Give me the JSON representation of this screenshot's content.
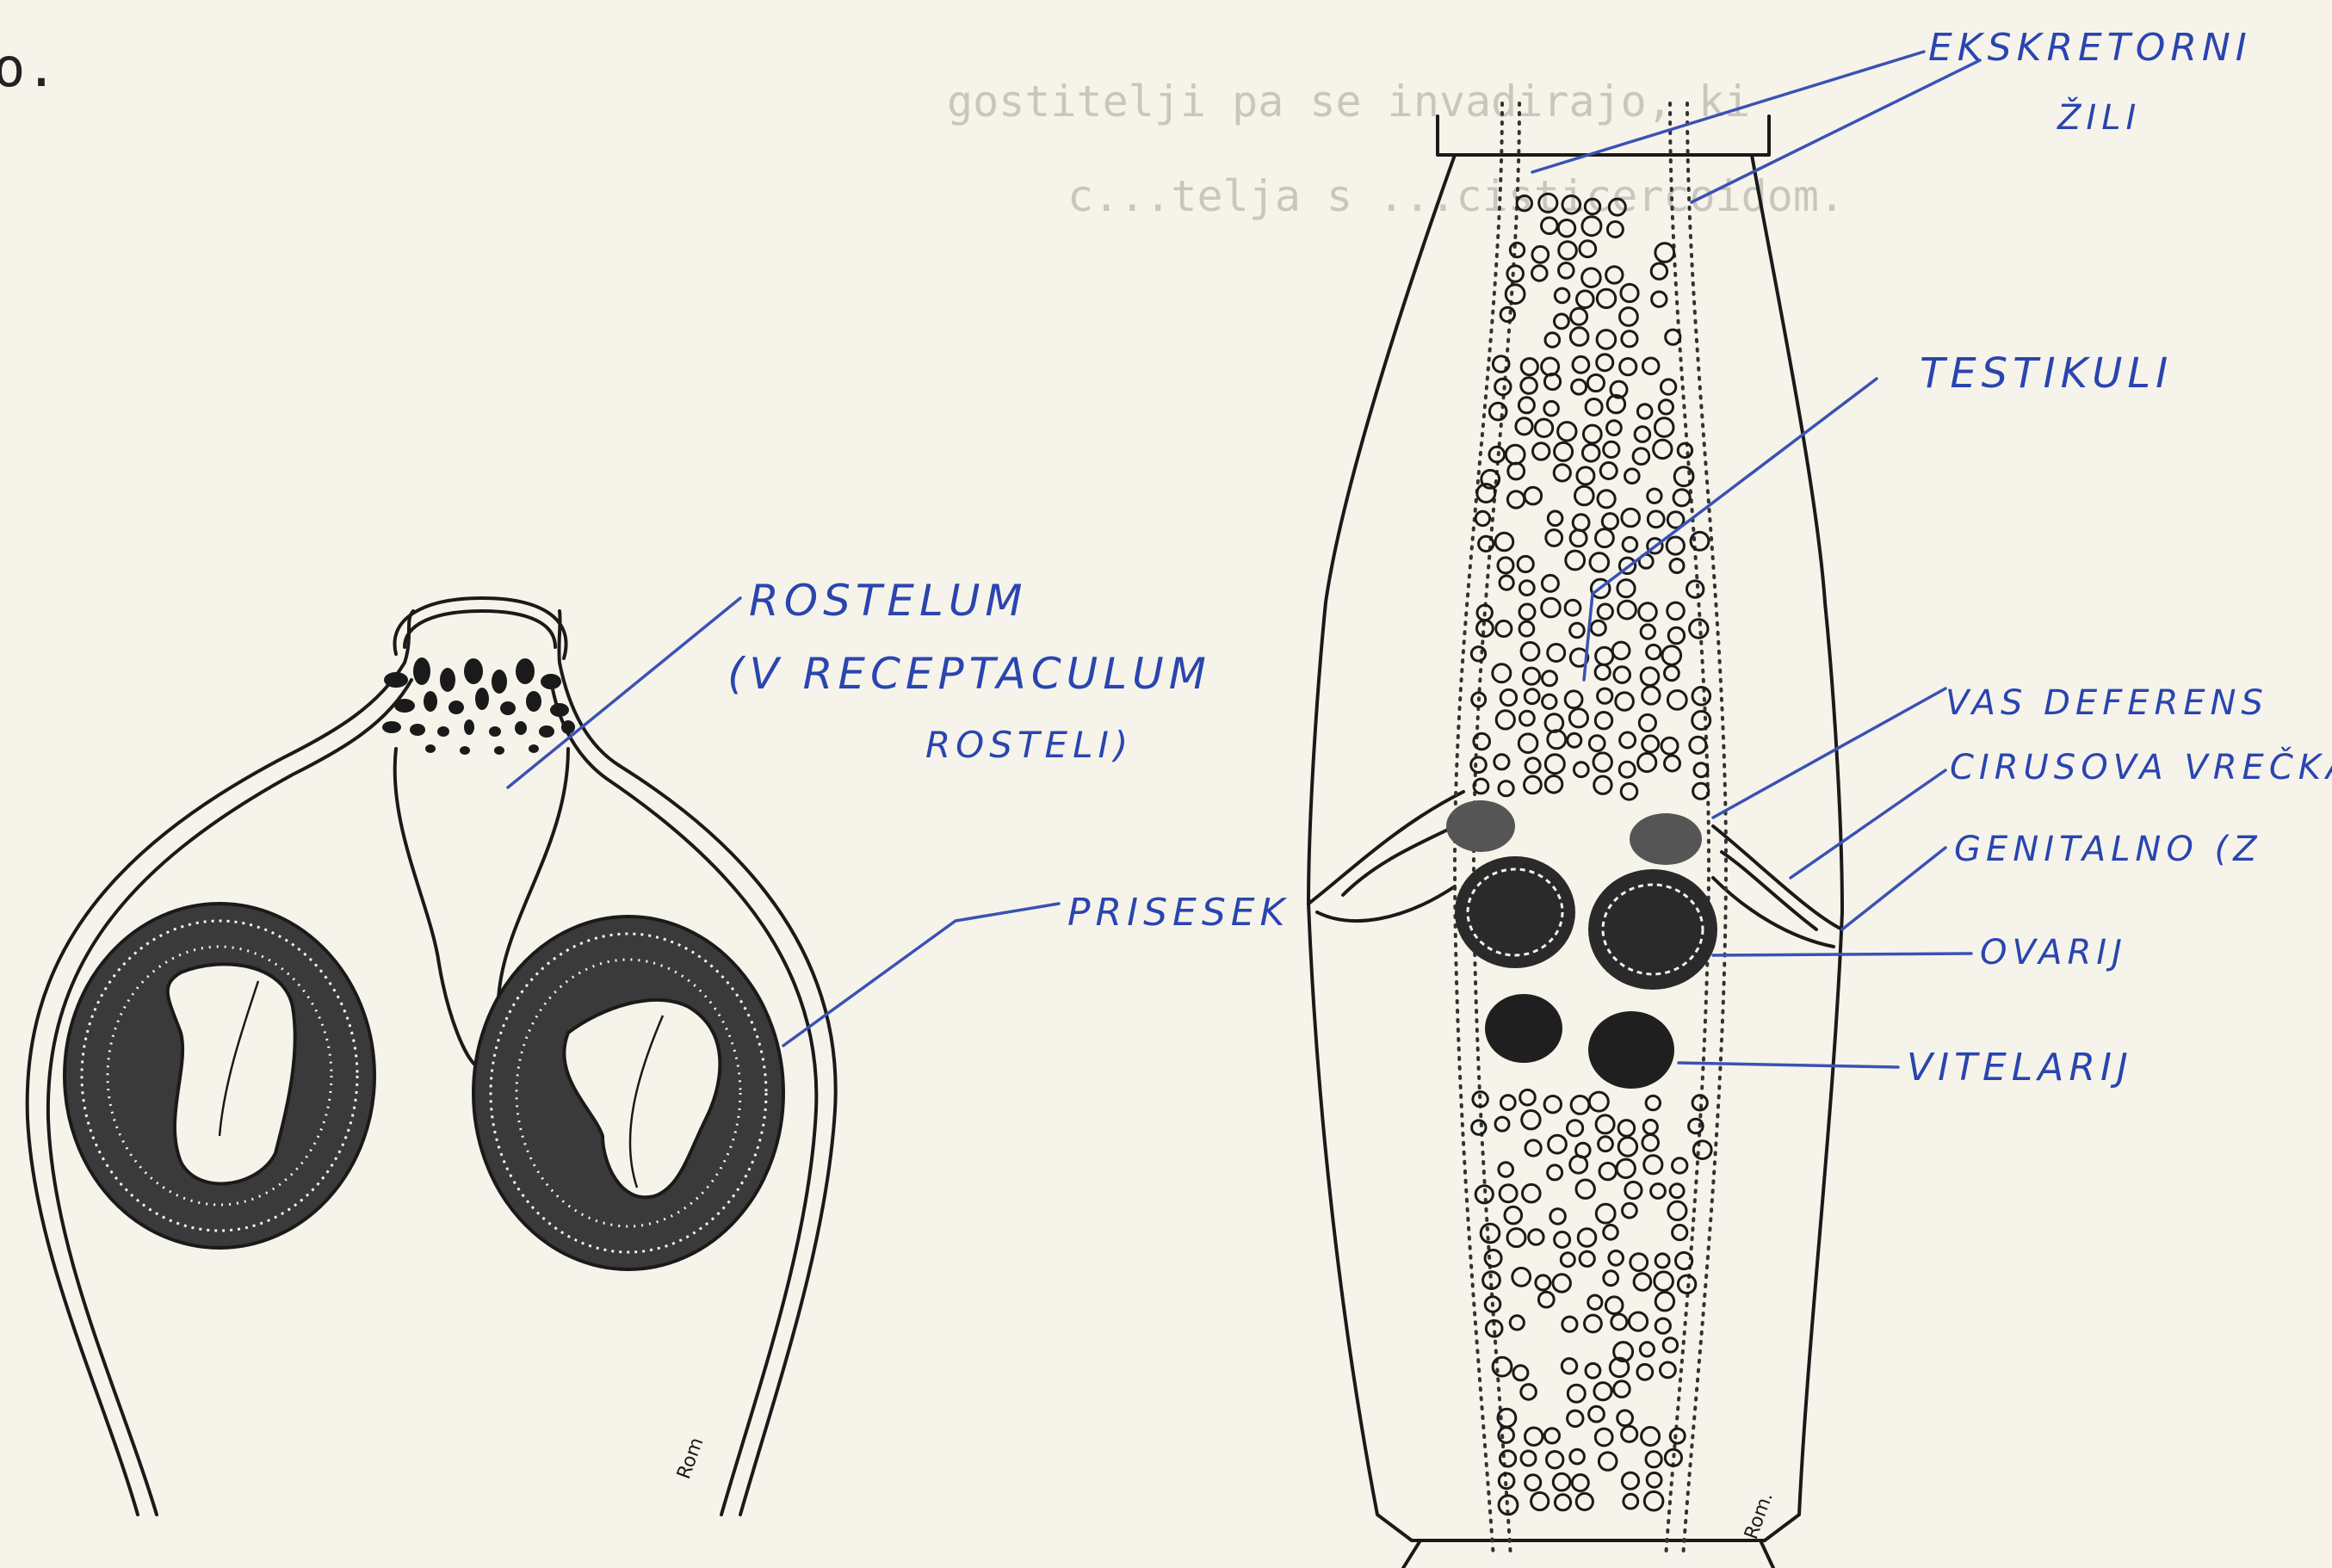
{
  "typed_text": {
    "fragment_left": "o.",
    "ghost_line_1": "gostitelji pa se invadirajo, ki ",
    "ghost_line_2": "c...telja s ...cisticercoidom."
  },
  "labels": {
    "rostelum_line1": "ROSTELUM",
    "rostelum_line2": "(V RECEPTACULUM",
    "rostelum_line3": "ROSTELI)",
    "prisesek": "PRISESEK",
    "ekskretorni_line1": "EKSKRETORNI",
    "ekskretorni_line2": "ŽILI",
    "testikuli": "TESTIKULI",
    "vas_deferens": "VAS DEFERENS",
    "cirusova_vrecka": "CIRUSOVA VREČKA",
    "genitalno": "GENITALNO (Z",
    "ovarij": "OVARIJ",
    "vitelarij": "VITELARIJ"
  },
  "signatures": {
    "left": "Rom",
    "right": "Rom."
  },
  "colors": {
    "ink": "#1a1a1a",
    "annotation": "#2a45b0",
    "paper": "#f6f4ea"
  }
}
